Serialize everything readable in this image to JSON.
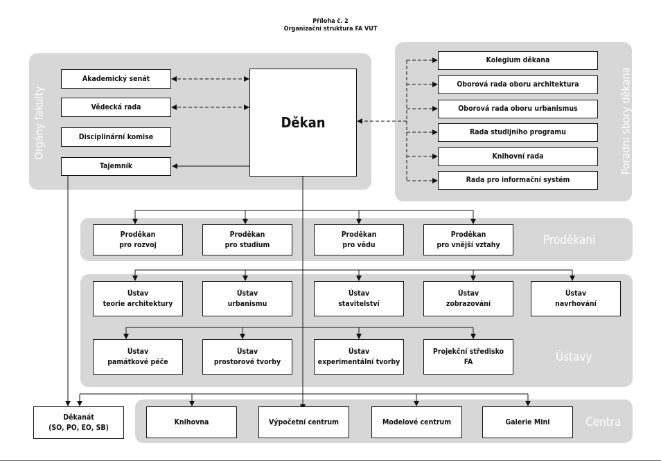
{
  "header": {
    "line1": "Příloha č. 2",
    "line2": "Organizační struktura FA VUT"
  },
  "panels": {
    "organy": "Orgány fakulty",
    "poradni": "Poradní sbory děkana",
    "prodekani": "Proděkani",
    "ustavy": "Ústavy",
    "centra": "Centra"
  },
  "dekan": "Děkan",
  "organy": [
    "Akademický senát",
    "Vědecká rada",
    "Disciplinární komise",
    "Tajemník"
  ],
  "poradni": [
    "Kolegium děkana",
    "Oborová rada oboru architektura",
    "Oborová rada oboru urbanismus",
    "Rada studijního programu",
    "Knihovní rada",
    "Rada pro informační systém"
  ],
  "prodekani": [
    "Proděkan\npro rozvoj",
    "Proděkan\npro studium",
    "Proděkan\npro vědu",
    "Proděkan\npro vnější vztahy"
  ],
  "ustavy_row1": [
    "Ústav\nteorie architektury",
    "Ústav\nurbanismu",
    "Ústav\nstavitelství",
    "Ústav\nzobrazování",
    "Ústav\nnavrhování"
  ],
  "ustavy_row2": [
    "Ústav\npamátkové péče",
    "Ústav\nprostorové tvorby",
    "Ústav\nexperimentální tvorby",
    "Projekční středisko\nFA"
  ],
  "dekanat": "Děkanát\n(SO, PO, EO, SB)",
  "centra": [
    "Knihovna",
    "Výpočetní centrum",
    "Modelové centrum",
    "Galerie Mini"
  ]
}
